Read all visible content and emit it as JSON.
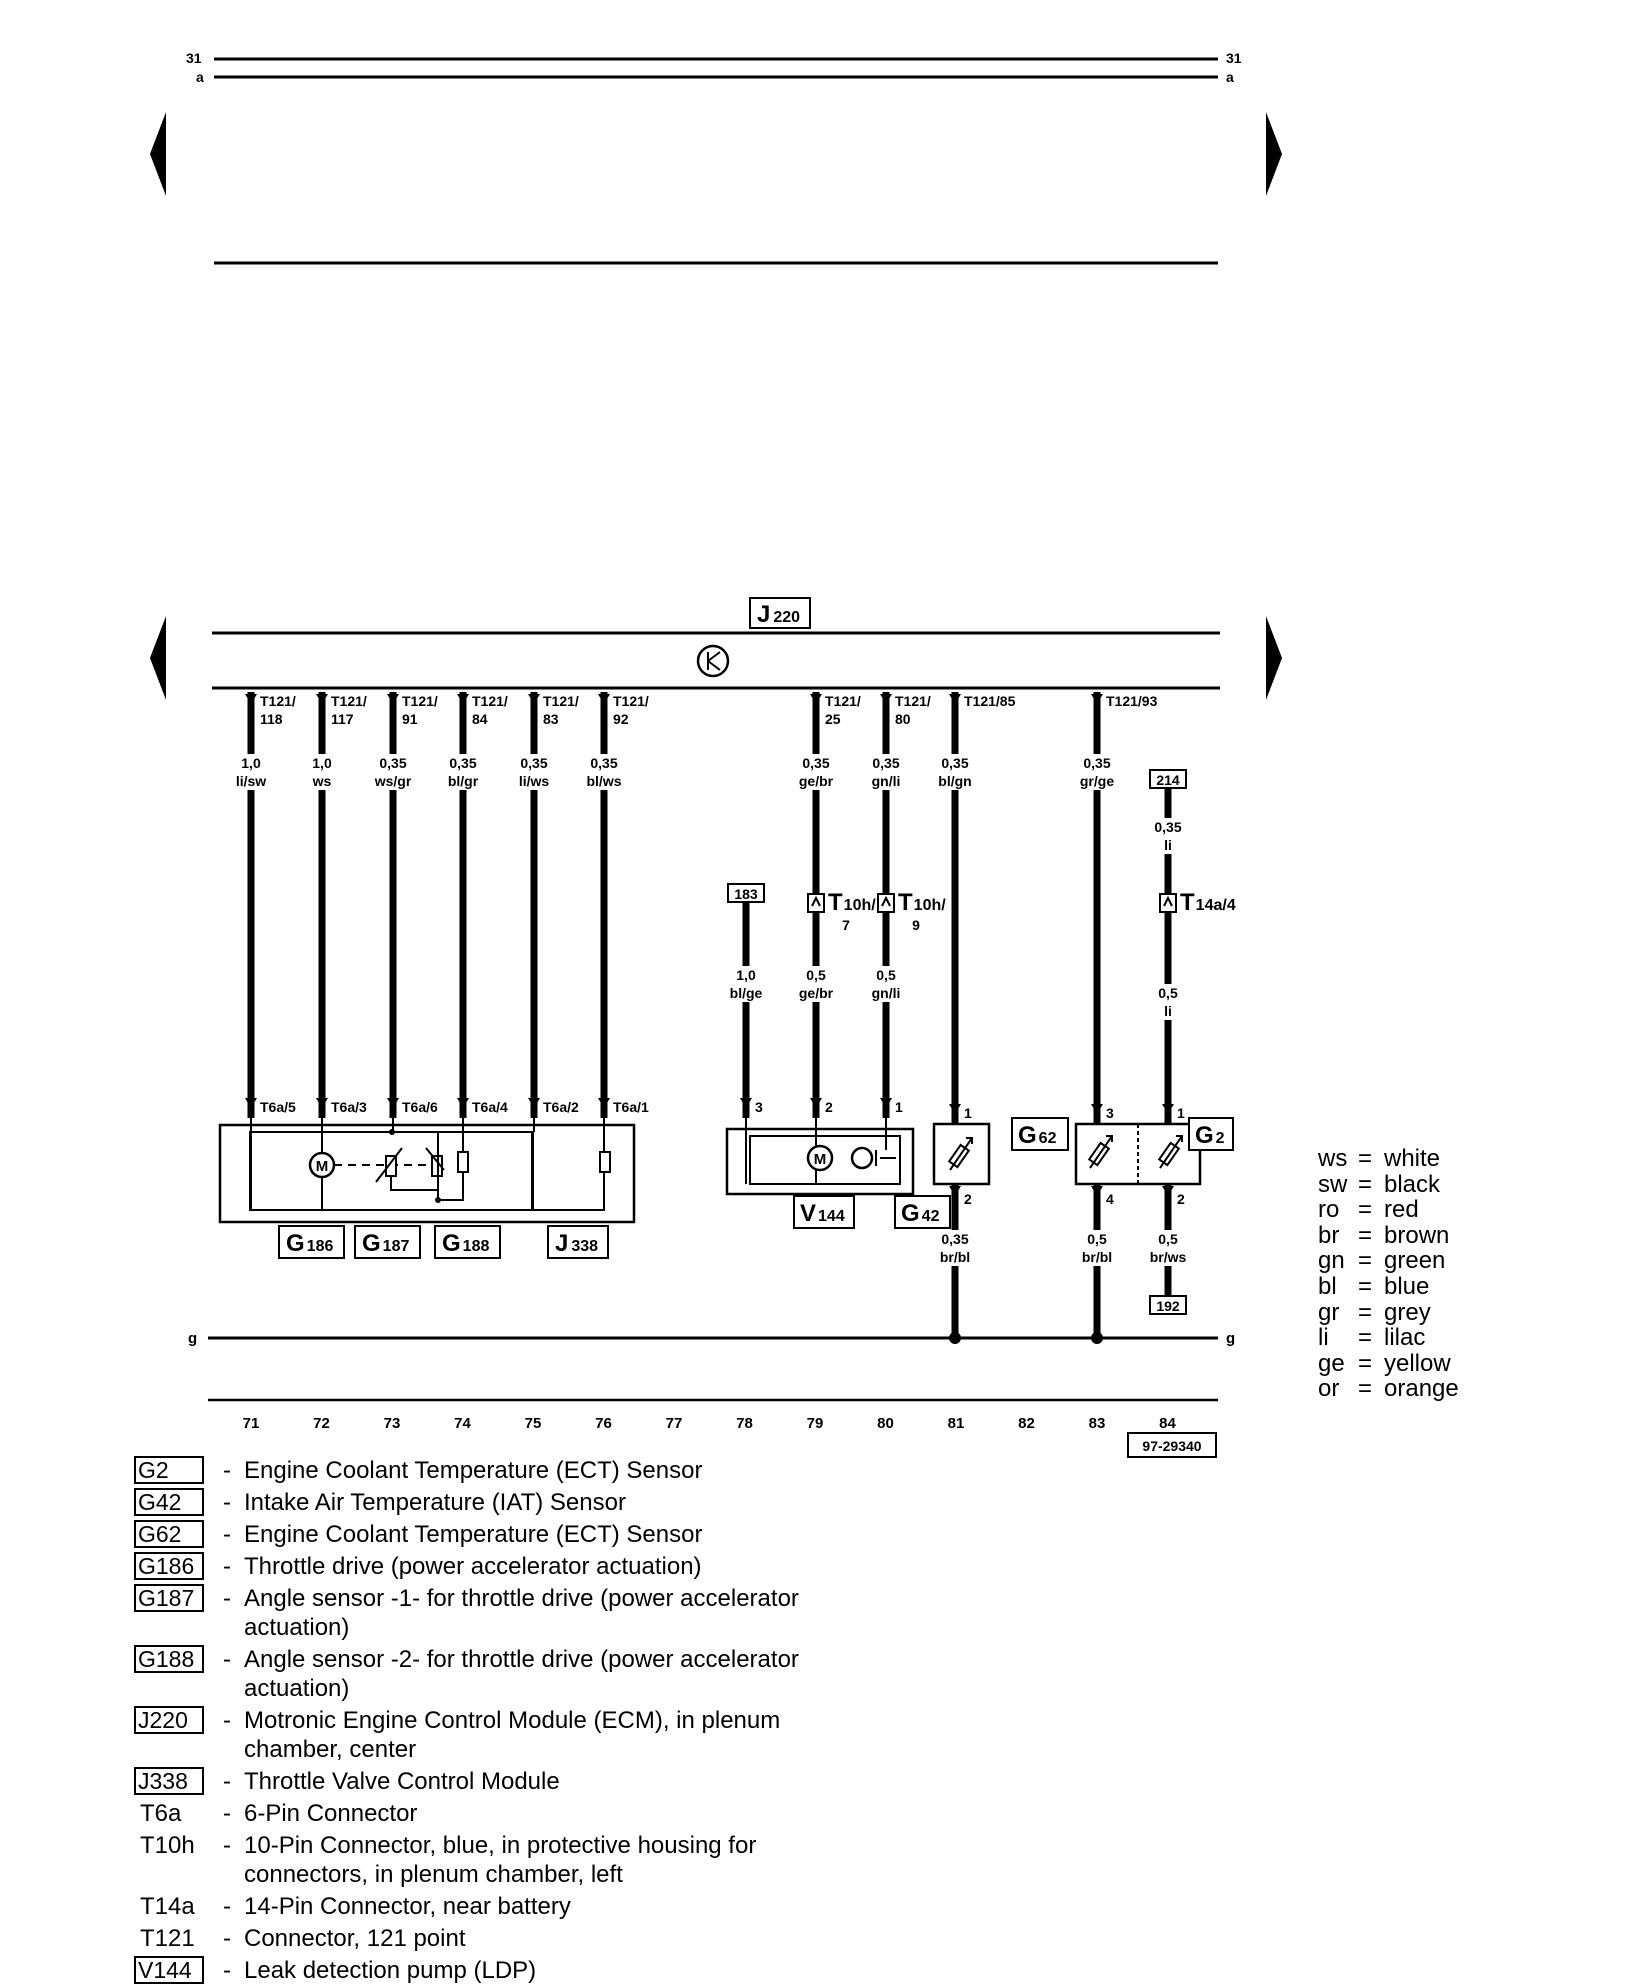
{
  "top_rail": {
    "left_top": "31",
    "left_bottom": "a",
    "right_top": "31",
    "right_bottom": "a"
  },
  "ground_label_left": "g",
  "ground_label_right": "g",
  "ecm": {
    "label": "J",
    "sub": "220"
  },
  "pins": [
    {
      "l1": "T121/",
      "l2": "118",
      "mm": "1,0",
      "color": "li/sw",
      "conn": "T6a/5"
    },
    {
      "l1": "T121/",
      "l2": "117",
      "mm": "1,0",
      "color": "ws",
      "conn": "T6a/3"
    },
    {
      "l1": "T121/",
      "l2": "91",
      "mm": "0,35",
      "color": "ws/gr",
      "conn": "T6a/6"
    },
    {
      "l1": "T121/",
      "l2": "84",
      "mm": "0,35",
      "color": "bl/gr",
      "conn": "T6a/4"
    },
    {
      "l1": "T121/",
      "l2": "83",
      "mm": "0,35",
      "color": "li/ws",
      "conn": "T6a/2"
    },
    {
      "l1": "T121/",
      "l2": "92",
      "mm": "0,35",
      "color": "bl/ws",
      "conn": "T6a/1"
    },
    {
      "l1": "T121/",
      "l2": "25",
      "mm": "0,35",
      "color": "ge/br",
      "mm2": "0,5",
      "color2": "ge/br",
      "conn": "2"
    },
    {
      "l1": "T121/",
      "l2": "80",
      "mm": "0,35",
      "color": "gn/li",
      "mm2": "0,5",
      "color2": "gn/li",
      "conn": "1"
    },
    {
      "l1": "T121/85",
      "mm": "0,35",
      "color": "bl/gn",
      "conn": "1",
      "conn_bottom": "2",
      "mm2": "0,35",
      "color2": "br/bl"
    },
    {
      "l1": "T121/93",
      "mm": "0,35",
      "color": "gr/ge",
      "conn": "3",
      "conn_bottom": "4",
      "mm2": "0,5",
      "color2": "br/bl"
    }
  ],
  "wire_183": {
    "ref": "183",
    "mm": "1,0",
    "color": "bl/ge",
    "conn": "3"
  },
  "wire_214": {
    "ref": "214",
    "mm": "0,35",
    "color": "li",
    "conn_label": "T",
    "conn_sub": "14a/4",
    "mm2": "0,5",
    "color2": "li",
    "conn": "1",
    "conn_bottom": "2",
    "mm3": "0,5",
    "color3": "br/ws",
    "ref_bottom": "192"
  },
  "t10h": [
    {
      "label": "T",
      "sub": "10h/",
      "pin": "7"
    },
    {
      "label": "T",
      "sub": "10h/",
      "pin": "9"
    }
  ],
  "component_labels": {
    "g186": {
      "label": "G",
      "sub": "186"
    },
    "g187": {
      "label": "G",
      "sub": "187"
    },
    "g188": {
      "label": "G",
      "sub": "188"
    },
    "j338": {
      "label": "J",
      "sub": "338"
    },
    "v144": {
      "label": "V",
      "sub": "144"
    },
    "g42": {
      "label": "G",
      "sub": "42"
    },
    "g62": {
      "label": "G",
      "sub": "62"
    },
    "g2": {
      "label": "G",
      "sub": "2"
    }
  },
  "motor_symbol": "M",
  "track_numbers": [
    "71",
    "72",
    "73",
    "74",
    "75",
    "76",
    "77",
    "78",
    "79",
    "80",
    "81",
    "82",
    "83",
    "84"
  ],
  "figure_id": "97-29340",
  "legend": [
    {
      "code": "G2",
      "boxed": true,
      "desc": "Engine Coolant Temperature (ECT) Sensor"
    },
    {
      "code": "G42",
      "boxed": true,
      "desc": "Intake Air Temperature (IAT) Sensor"
    },
    {
      "code": "G62",
      "boxed": true,
      "desc": "Engine Coolant Temperature (ECT) Sensor"
    },
    {
      "code": "G186",
      "boxed": true,
      "desc": "Throttle drive (power accelerator actuation)"
    },
    {
      "code": "G187",
      "boxed": true,
      "desc": "Angle sensor -1- for throttle drive (power accelerator actuation)"
    },
    {
      "code": "G188",
      "boxed": true,
      "desc": "Angle sensor -2- for throttle drive (power accelerator actuation)"
    },
    {
      "code": "J220",
      "boxed": true,
      "desc": "Motronic Engine Control Module (ECM), in plenum chamber, center"
    },
    {
      "code": "J338",
      "boxed": true,
      "desc": "Throttle Valve Control Module"
    },
    {
      "code": "T6a",
      "boxed": false,
      "desc": "6-Pin Connector"
    },
    {
      "code": "T10h",
      "boxed": false,
      "desc": "10-Pin Connector, blue, in protective housing for connectors, in plenum chamber, left"
    },
    {
      "code": "T14a",
      "boxed": false,
      "desc": "14-Pin Connector, near battery"
    },
    {
      "code": "T121",
      "boxed": false,
      "desc": "Connector, 121 point"
    },
    {
      "code": "V144",
      "boxed": true,
      "desc": "Leak detection pump (LDP)"
    }
  ],
  "legend_dash": "-",
  "color_key": [
    {
      "abbr": "ws",
      "name": "white"
    },
    {
      "abbr": "sw",
      "name": "black"
    },
    {
      "abbr": "ro",
      "name": "red"
    },
    {
      "abbr": "br",
      "name": "brown"
    },
    {
      "abbr": "gn",
      "name": "green"
    },
    {
      "abbr": "bl",
      "name": "blue"
    },
    {
      "abbr": "gr",
      "name": "grey"
    },
    {
      "abbr": "li",
      "name": "lilac"
    },
    {
      "abbr": "ge",
      "name": "yellow"
    },
    {
      "abbr": "or",
      "name": "orange"
    }
  ],
  "color_key_eq": "="
}
